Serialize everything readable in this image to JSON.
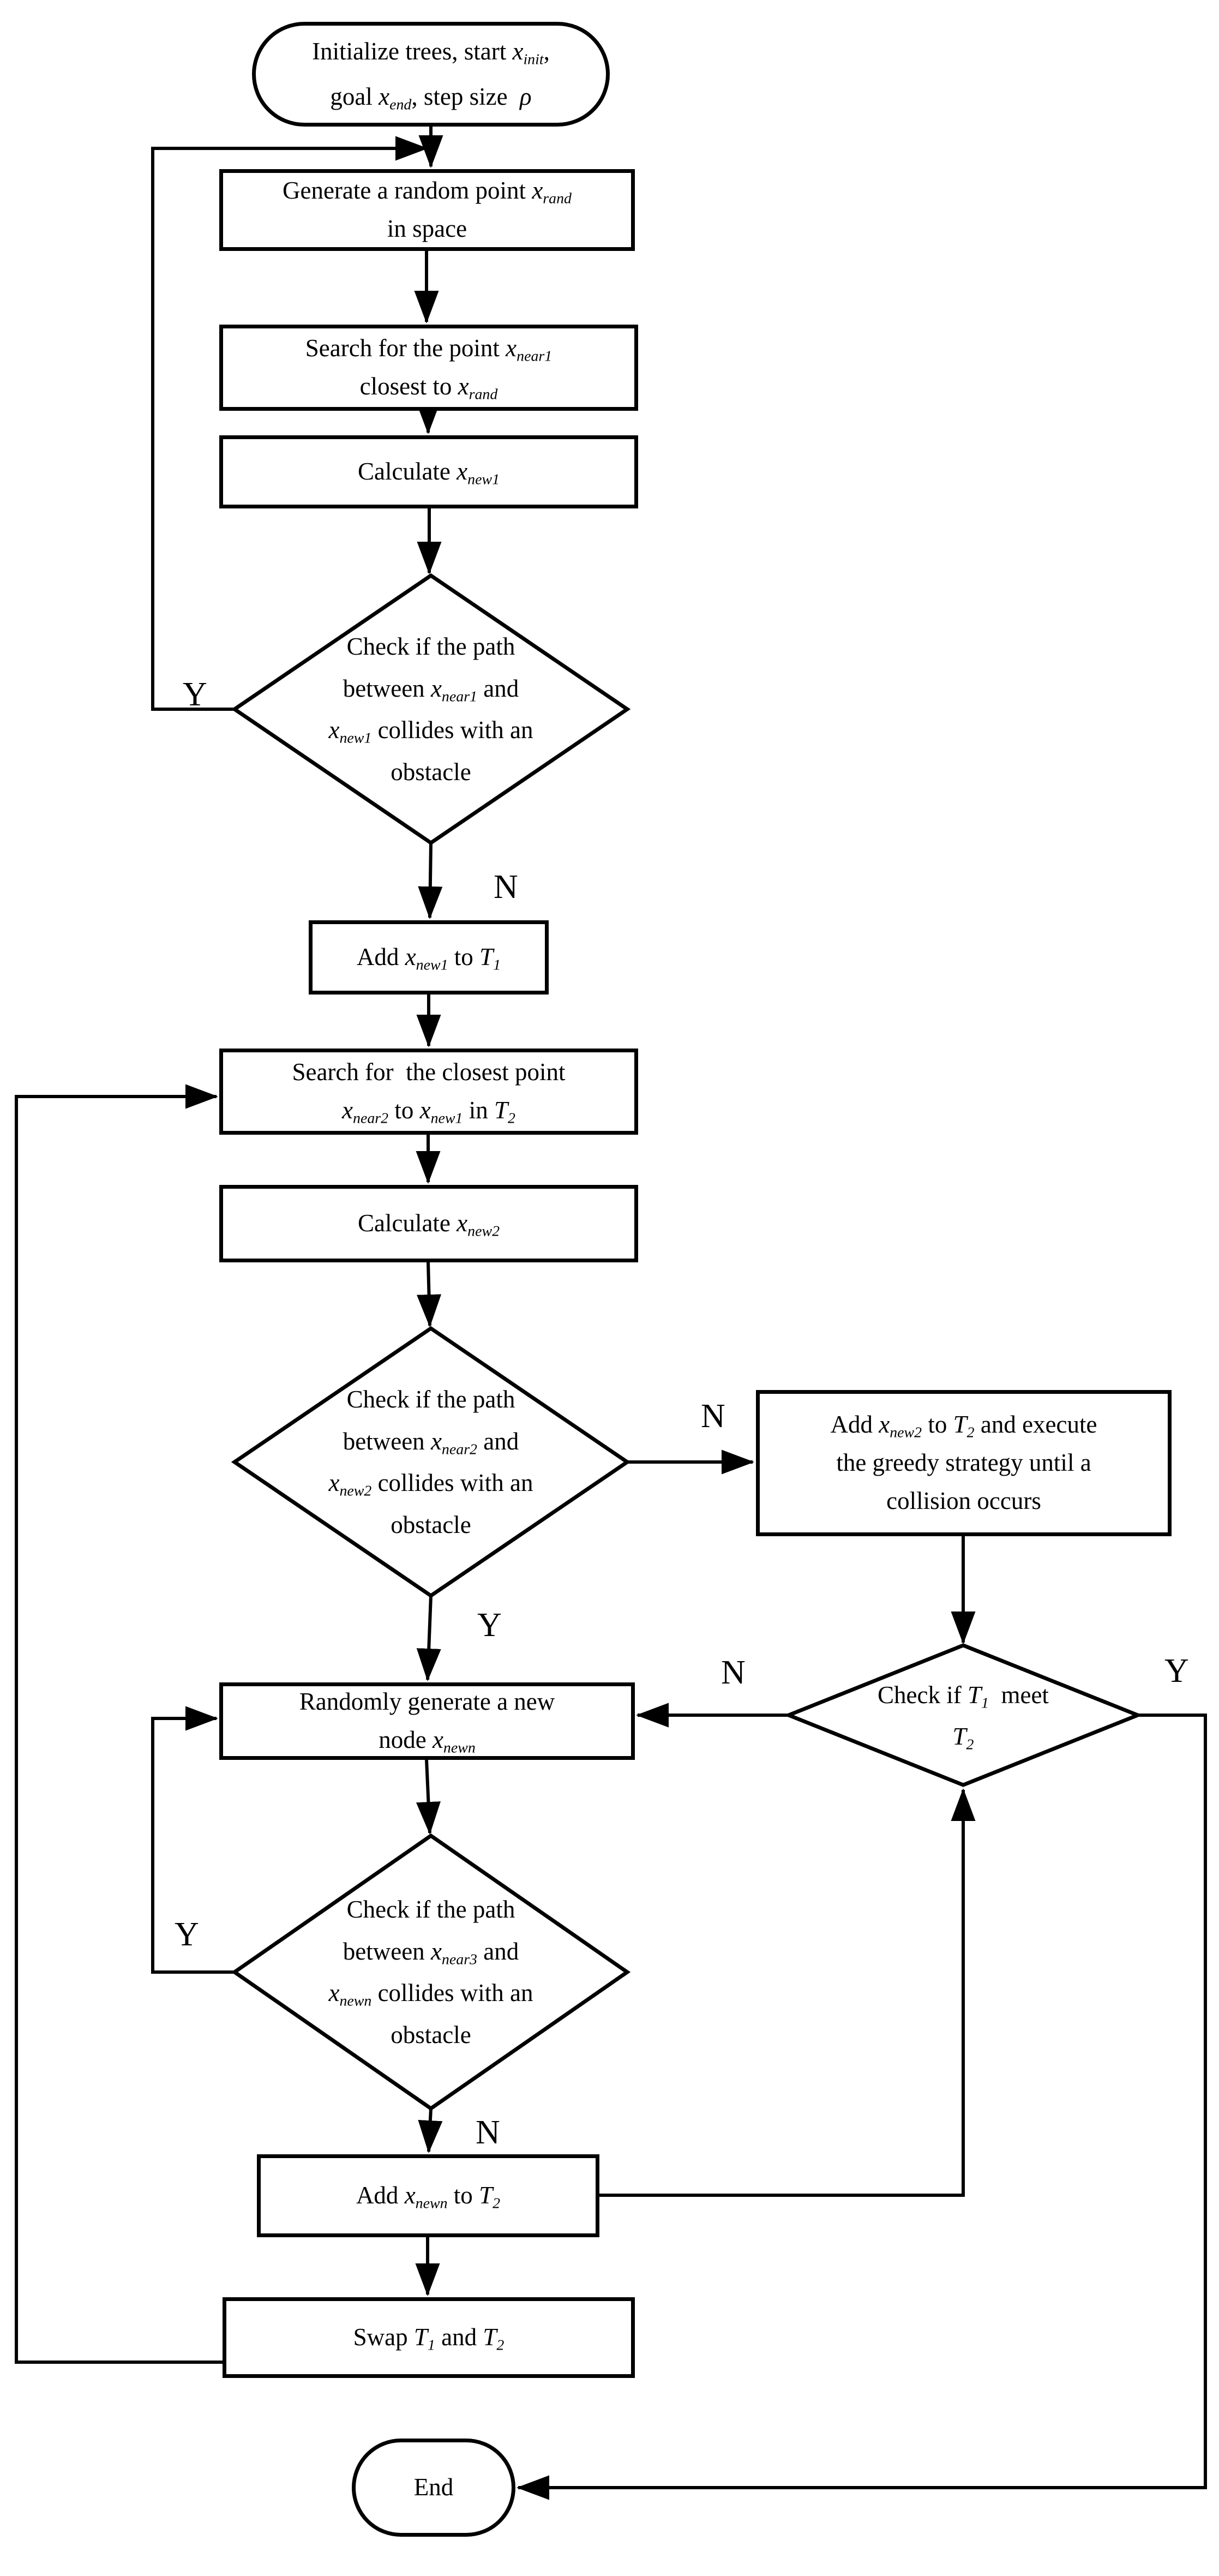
{
  "colors": {
    "stroke": "#000000",
    "background": "#ffffff",
    "text": "#000000"
  },
  "nodes": {
    "start": {
      "type": "terminator",
      "label": "Initialize trees, start x_{init},\ngoal x_{end}, step size  ρ"
    },
    "generate_random": {
      "type": "process",
      "label": "Generate a random point x_{rand}\nin space"
    },
    "search_near1": {
      "type": "process",
      "label": "Search for the point x_{near1}\nclosest to x_{rand}"
    },
    "calc_new1": {
      "type": "process",
      "label": "Calculate x_{new1}"
    },
    "check_collision1": {
      "type": "decision",
      "label": "Check if the path\nbetween x_{near1} and\nx_{new1} collides with an\nobstacle"
    },
    "add_new1": {
      "type": "process",
      "label": "Add x_{new1} to T_{1}"
    },
    "search_near2": {
      "type": "process",
      "label": "Search for  the closest point\nx_{near2} to x_{new1} in T_{2}"
    },
    "calc_new2": {
      "type": "process",
      "label": "Calculate x_{new2}"
    },
    "check_collision2": {
      "type": "decision",
      "label": "Check if the path\nbetween x_{near2} and\nx_{new2} collides with an\nobstacle"
    },
    "add_new2_greedy": {
      "type": "process",
      "label": "Add x_{new2} to T_{2} and execute\nthe greedy strategy until a\ncollision occurs"
    },
    "random_newn": {
      "type": "process",
      "label": "Randomly generate a new\nnode x_{newn}"
    },
    "check_meet": {
      "type": "decision",
      "label": "Check if T_{1}  meet\nT_{2}"
    },
    "check_collision3": {
      "type": "decision",
      "label": "Check if the path\nbetween x_{near3} and\nx_{newn} collides with an\nobstacle"
    },
    "add_newn": {
      "type": "process",
      "label": "Add x_{newn} to T_{2}"
    },
    "swap": {
      "type": "process",
      "label": "Swap T_{1} and T_{2}"
    },
    "end": {
      "type": "terminator",
      "label": "End"
    }
  },
  "edge_labels": [
    {
      "id": "collision1-yes",
      "text": "Y"
    },
    {
      "id": "collision1-no",
      "text": "N"
    },
    {
      "id": "collision2-no",
      "text": "N"
    },
    {
      "id": "collision2-yes",
      "text": "Y"
    },
    {
      "id": "meet-no",
      "text": "N"
    },
    {
      "id": "meet-yes",
      "text": "Y"
    },
    {
      "id": "collision3-yes",
      "text": "Y"
    },
    {
      "id": "collision3-no",
      "text": "N"
    }
  ]
}
